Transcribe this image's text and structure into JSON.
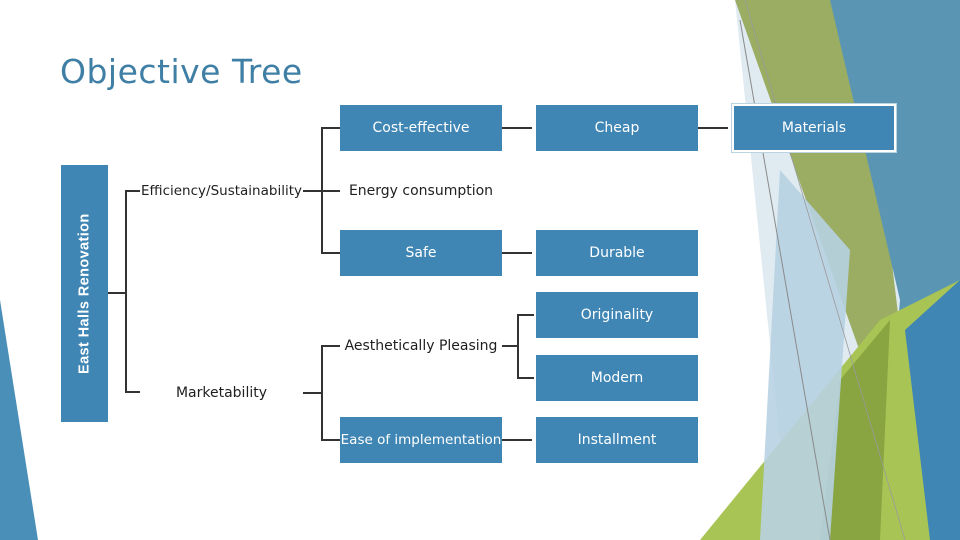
{
  "slide": {
    "title": "Objective Tree"
  },
  "tree": {
    "root": "East Halls Renovation",
    "level1": {
      "efficiency": "Efficiency/Sustainability",
      "marketability": "Marketability"
    },
    "level2": {
      "cost_effective": "Cost-effective",
      "energy": "Energy consumption",
      "safe": "Safe",
      "aesthetic": "Aesthetically Pleasing",
      "ease": "Ease of implementation"
    },
    "level3": {
      "cheap": "Cheap",
      "durable": "Durable",
      "originality": "Originality",
      "modern": "Modern",
      "installment": "Installment"
    },
    "level4": {
      "materials": "Materials"
    }
  },
  "colors": {
    "box_fill": "#3f86b5",
    "connector": "#333333",
    "title": "#3f7fa5",
    "accent_green": "#8db545",
    "accent_blue": "#6aa3c4"
  }
}
